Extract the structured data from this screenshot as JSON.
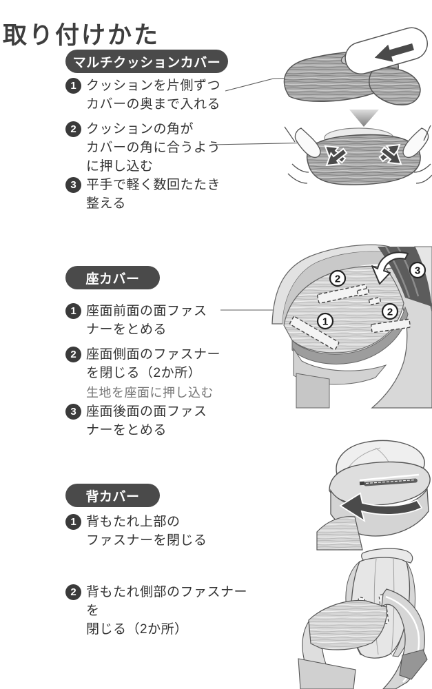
{
  "page": {
    "title": "取り付けかた"
  },
  "sections": [
    {
      "id": "multi-cushion-cover",
      "badge": "マルチクッションカバー",
      "steps": [
        {
          "num": "1",
          "text": "クッションを片側ずつ\nカバーの奥まで入れる"
        },
        {
          "num": "2",
          "text": "クッションの角が\nカバーの角に合うよう\nに押し込む"
        },
        {
          "num": "3",
          "text": "平手で軽く数回たたき\n整える"
        }
      ]
    },
    {
      "id": "seat-cover",
      "badge": "座カバー",
      "steps": [
        {
          "num": "1",
          "text": "座面前面の面ファス\nナーをとめる"
        },
        {
          "num": "2",
          "text": "座面側面のファスナー\nを閉じる（2か所）",
          "note": "生地を座面に押し込む"
        },
        {
          "num": "3",
          "text": "座面後面の面ファス\nナーをとめる"
        }
      ]
    },
    {
      "id": "back-cover",
      "badge": "背カバー",
      "steps": [
        {
          "num": "1",
          "text": "背もたれ上部の\nファスナーを閉じる"
        },
        {
          "num": "2",
          "text": "背もたれ側部のファスナーを\n閉じる（2か所）"
        }
      ]
    }
  ],
  "figures": {
    "cushion_insert": {
      "label": "クッションをカバーに入れる図"
    },
    "cushion_press": {
      "label": "クッションの角を押し込む図"
    },
    "seat": {
      "markers": {
        "front": "1",
        "top": "2",
        "side": "2",
        "flip": "3"
      }
    },
    "back_top": {
      "label": "背もたれ上部ファスナーの図"
    },
    "full_chair": {
      "label": "背もたれ側部ファスナーの図"
    }
  },
  "colors": {
    "badge_bg": "#4a4a4a",
    "badge_text": "#ffffff",
    "title_text": "#3e3e3e",
    "step_text": "#333333",
    "note_text": "#767676",
    "step_circle_bg": "#3a3a3a",
    "arrow_dark": "#4a4a4a",
    "line": "#555555"
  }
}
